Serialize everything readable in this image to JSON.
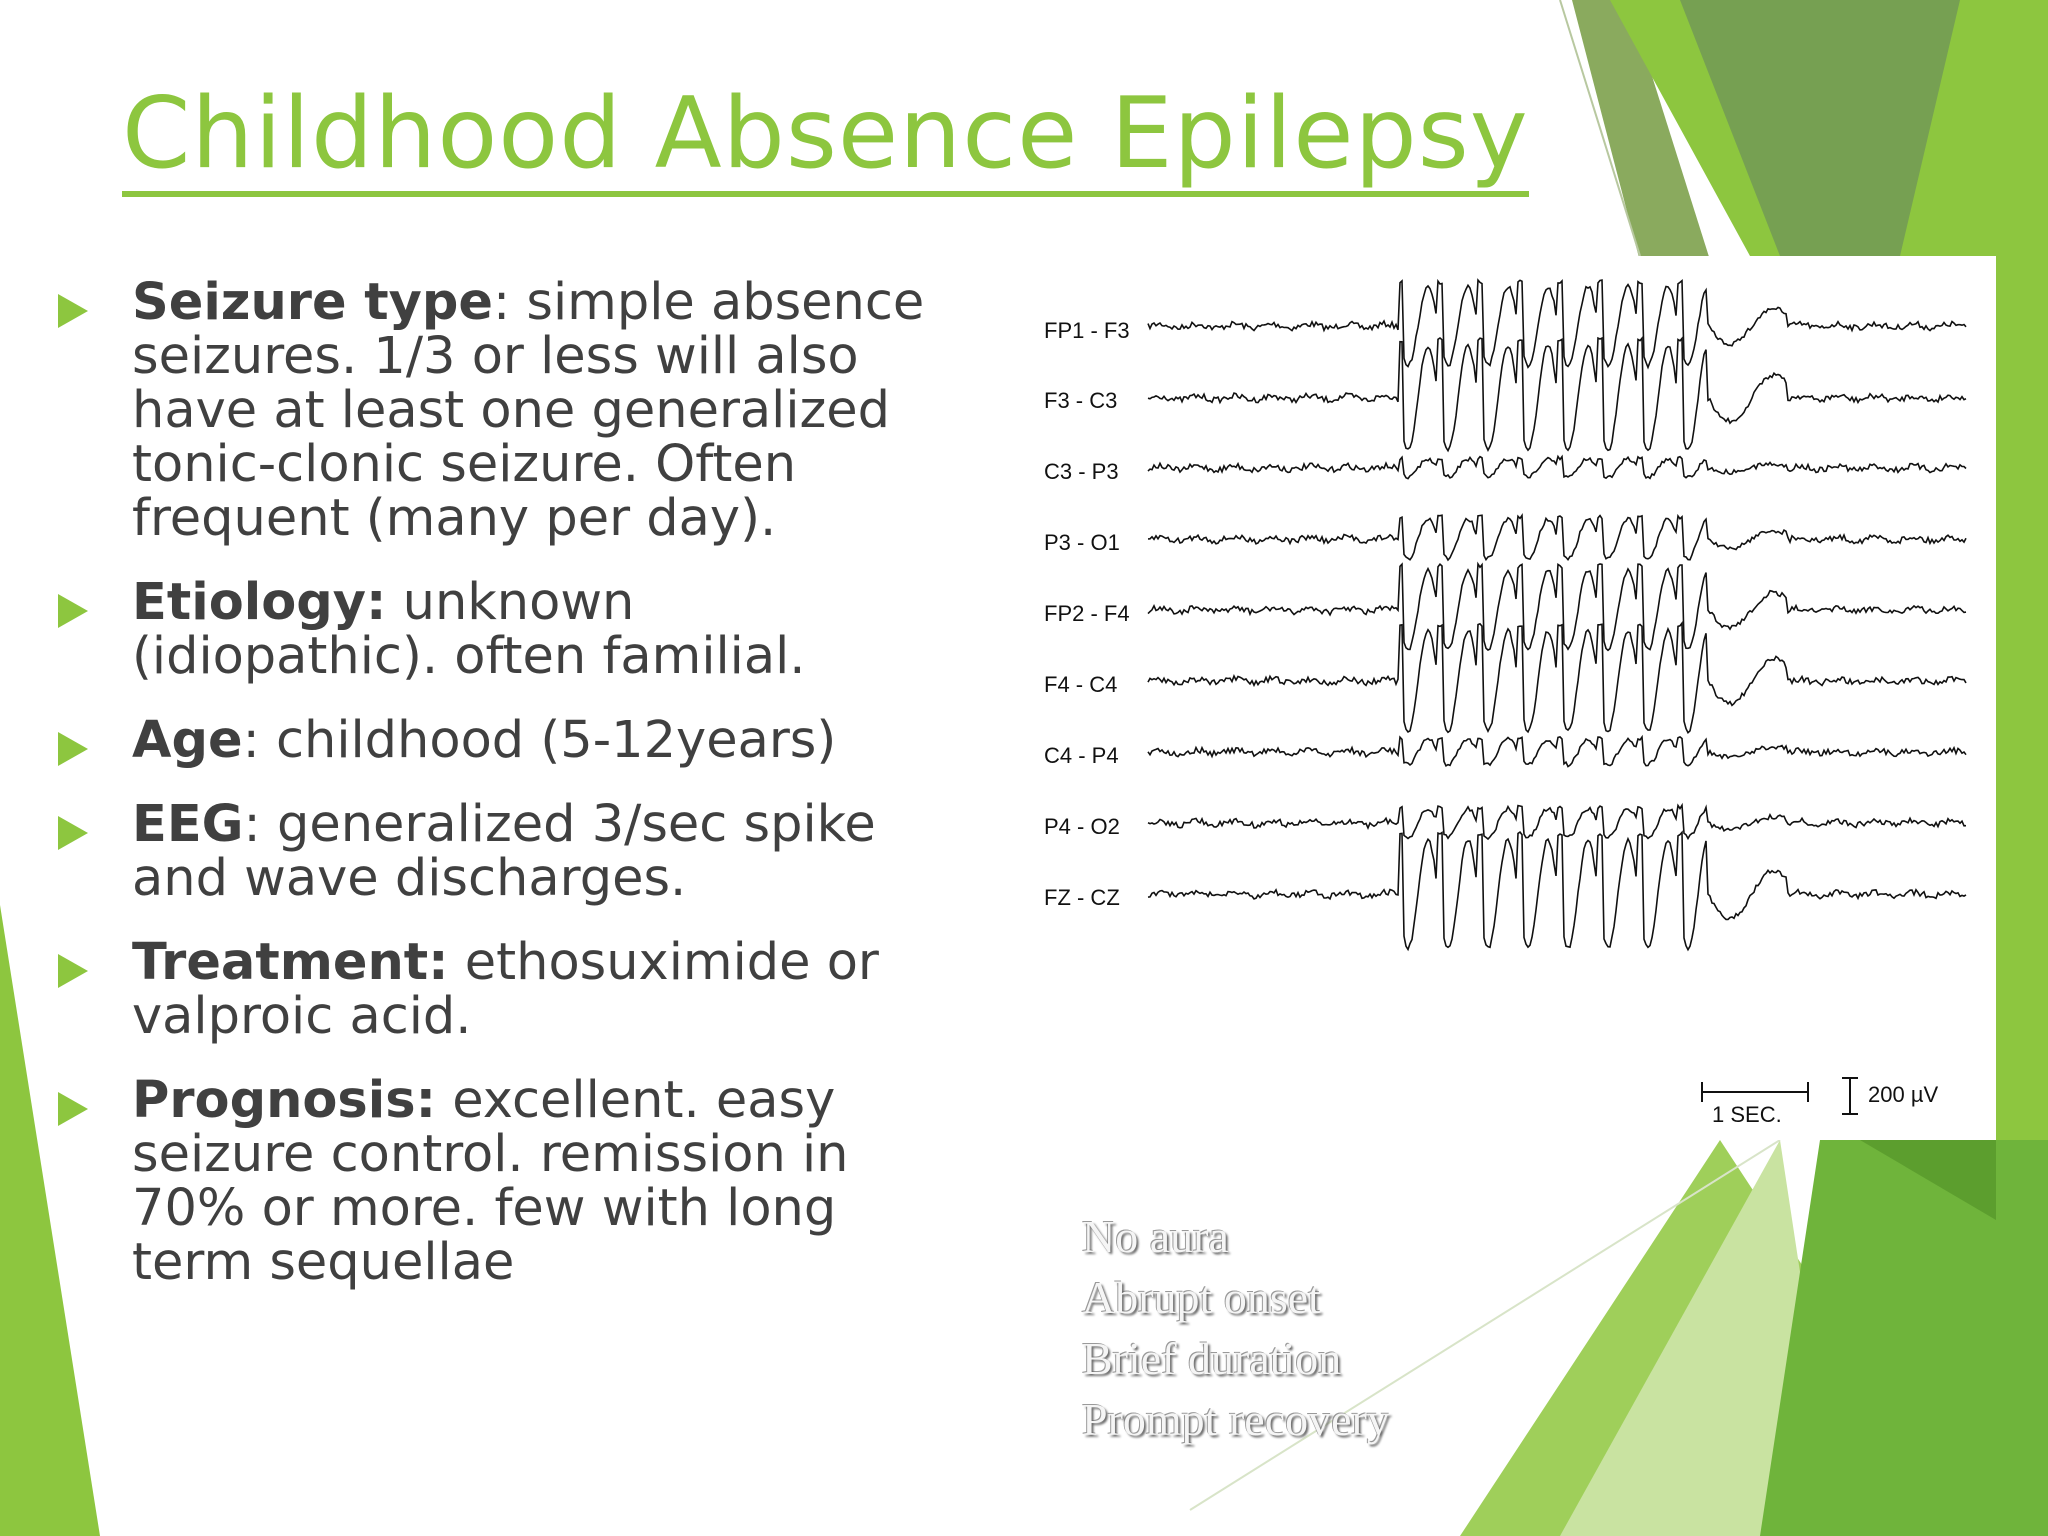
{
  "slide": {
    "title": "Childhood Absence Epilepsy",
    "accent_color": "#8dc63f",
    "text_color": "#404040"
  },
  "bullets": [
    {
      "term": "Seizure type",
      "sep": ": ",
      "text": "simple absence seizures. 1/3 or less will also have at least one generalized tonic-clonic seizure. Often frequent (many per day)."
    },
    {
      "term": "Etiology:",
      "sep": " ",
      "text": "unknown (idiopathic). often familial."
    },
    {
      "term": "Age",
      "sep": ": ",
      "text": "childhood (5-12years)"
    },
    {
      "term": "EEG",
      "sep": ": ",
      "text": "generalized 3/sec spike and wave discharges."
    },
    {
      "term": "Treatment:",
      "sep": " ",
      "text": "ethosuximide or valproic acid."
    },
    {
      "term": "Prognosis:",
      "sep": " ",
      "text": "excellent. easy seizure control. remission in 70% or more. few with long term sequellae"
    }
  ],
  "eeg": {
    "channels": [
      "FP1 - F3",
      "F3  -  C3",
      "C3  -  P3",
      "P3  -  O1",
      "FP2 - F4",
      "F4  -  C4",
      "C4  -  P4",
      "P4  -  O2",
      "FZ  -  CZ"
    ],
    "time_scale_label": "1 SEC.",
    "amplitude_scale_label": "200 µV"
  },
  "notes": [
    "No aura",
    "Abrupt onset",
    "Brief duration",
    "Prompt recovery"
  ]
}
